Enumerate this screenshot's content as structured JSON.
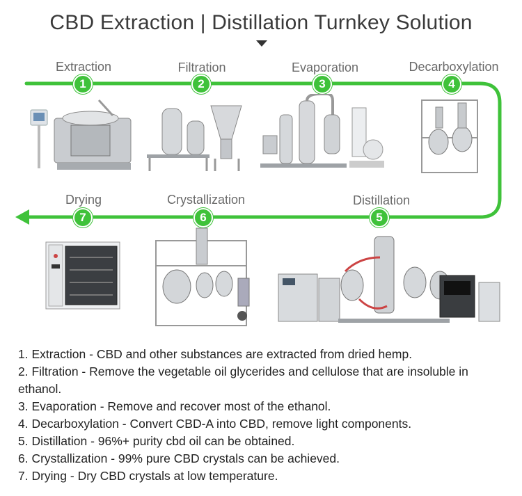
{
  "title": "CBD Extraction | Distillation Turnkey Solution",
  "steps": [
    {
      "num": "1",
      "label": "Extraction"
    },
    {
      "num": "2",
      "label": "Filtration"
    },
    {
      "num": "3",
      "label": "Evaporation"
    },
    {
      "num": "4",
      "label": "Decarboxylation"
    },
    {
      "num": "5",
      "label": "Distillation"
    },
    {
      "num": "6",
      "label": "Crystallization"
    },
    {
      "num": "7",
      "label": "Drying"
    }
  ],
  "descriptions": [
    "1. Extraction - CBD and other substances are extracted from dried hemp.",
    "2. Filtration - Remove the vegetable oil glycerides and cellulose that are insoluble in ethanol.",
    "3. Evaporation - Remove and recover most of the ethanol.",
    "4. Decarboxylation - Convert CBD-A into CBD, remove light components.",
    "5. Distillation - 96%+ purity cbd oil can be obtained.",
    "6. Crystallization - 99% pure CBD crystals can be achieved.",
    "7. Drying - Dry CBD crystals at low temperature."
  ],
  "colors": {
    "flow": "#3fc23a",
    "steel": "#c9ccd0"
  },
  "icons": [
    "extraction-machine-icon",
    "filtration-machine-icon",
    "evaporation-machine-icon",
    "decarboxylation-machine-icon",
    "distillation-machine-icon",
    "crystallization-machine-icon",
    "drying-oven-icon"
  ]
}
